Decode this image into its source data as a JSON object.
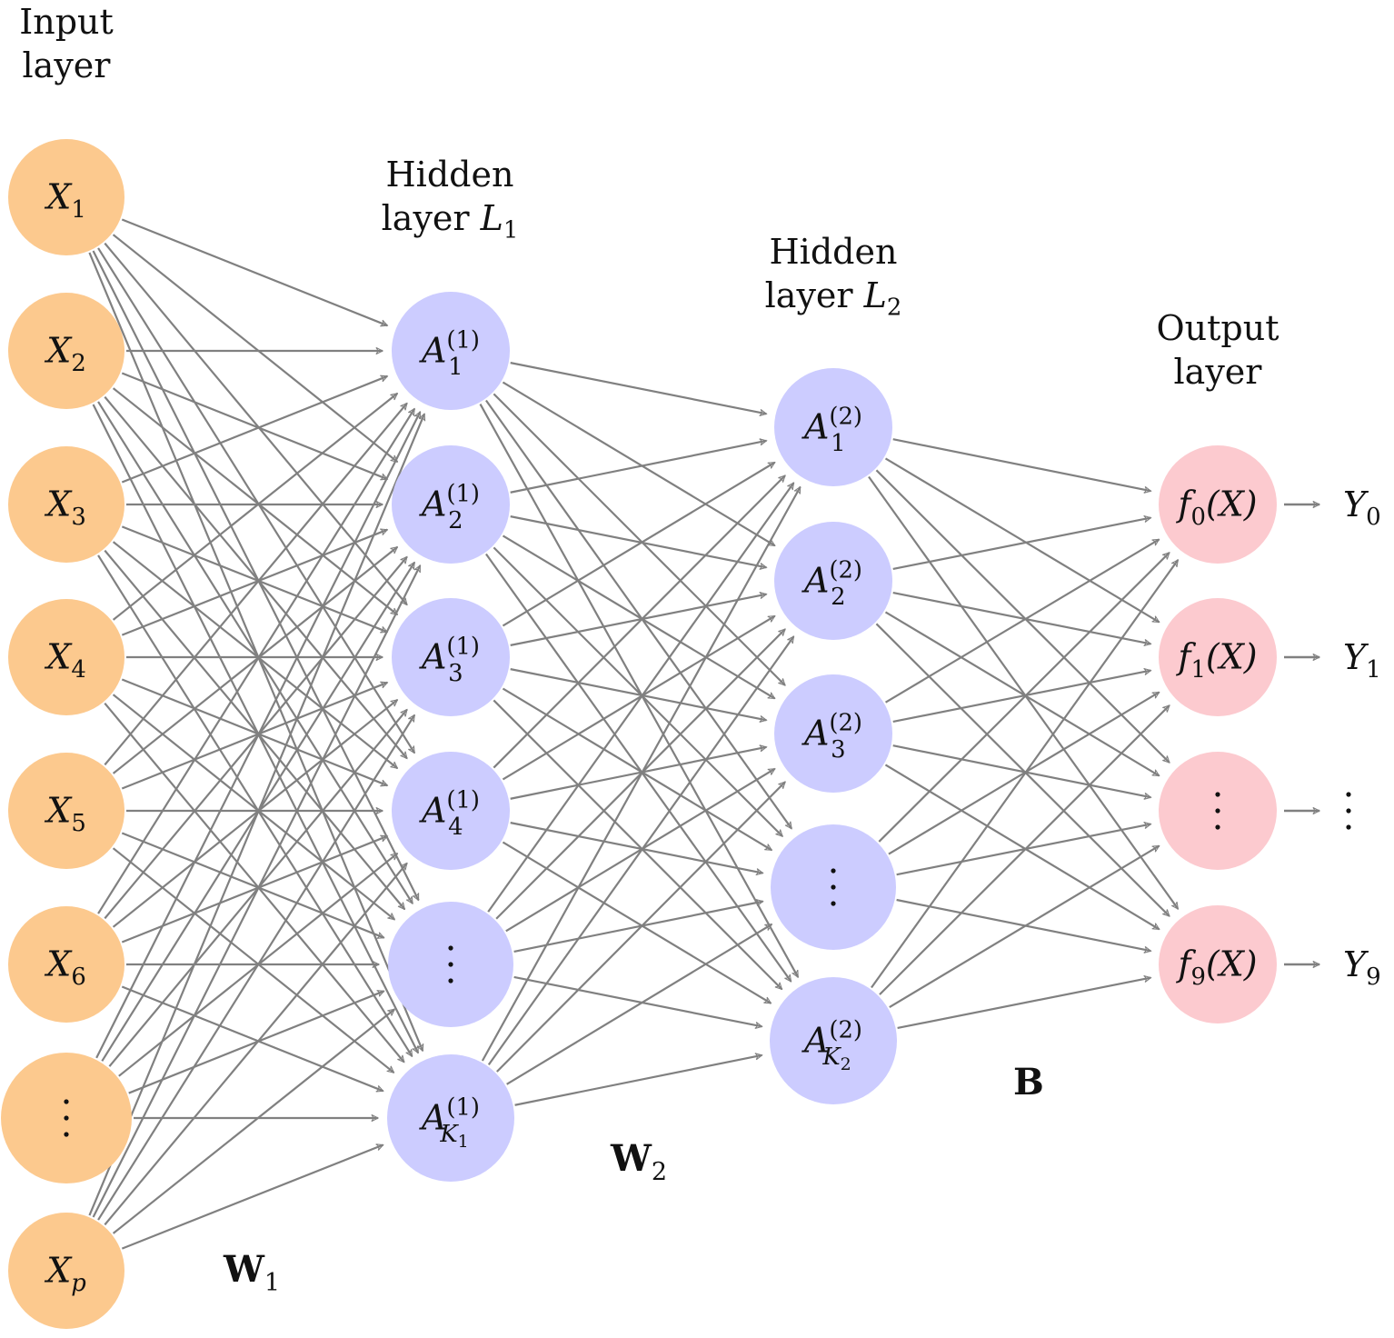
{
  "titles": {
    "input": {
      "line1": "Input",
      "line2": "layer"
    },
    "hidden1": {
      "line1": "Hidden",
      "line2": "layer",
      "var": "L",
      "sub": "1"
    },
    "hidden2": {
      "line1": "Hidden",
      "line2": "layer",
      "var": "L",
      "sub": "2"
    },
    "output": {
      "line1": "Output",
      "line2": "layer"
    }
  },
  "weights": {
    "w1": {
      "symbol": "W",
      "sub": "1"
    },
    "w2": {
      "symbol": "W",
      "sub": "2"
    },
    "b": {
      "symbol": "B"
    }
  },
  "colors": {
    "input_node": "#FCC98E",
    "hidden_node": "#CCCCFF",
    "output_node": "#FCCACF",
    "edge": "#808080",
    "text": "#111111"
  },
  "input_nodes": [
    {
      "base": "X",
      "sub": "1"
    },
    {
      "base": "X",
      "sub": "2"
    },
    {
      "base": "X",
      "sub": "3"
    },
    {
      "base": "X",
      "sub": "4"
    },
    {
      "base": "X",
      "sub": "5"
    },
    {
      "base": "X",
      "sub": "6"
    },
    {
      "dots": true
    },
    {
      "base": "X",
      "sub": "p"
    }
  ],
  "hidden1_nodes": [
    {
      "base": "A",
      "sup": "(1)",
      "sub": "1"
    },
    {
      "base": "A",
      "sup": "(1)",
      "sub": "2"
    },
    {
      "base": "A",
      "sup": "(1)",
      "sub": "3"
    },
    {
      "base": "A",
      "sup": "(1)",
      "sub": "4"
    },
    {
      "dots": true
    },
    {
      "base": "A",
      "sup": "(1)",
      "sub": "K",
      "subsub": "1"
    }
  ],
  "hidden2_nodes": [
    {
      "base": "A",
      "sup": "(2)",
      "sub": "1"
    },
    {
      "base": "A",
      "sup": "(2)",
      "sub": "2"
    },
    {
      "base": "A",
      "sup": "(2)",
      "sub": "3"
    },
    {
      "dots": true
    },
    {
      "base": "A",
      "sup": "(2)",
      "sub": "K",
      "subsub": "2"
    }
  ],
  "output_nodes": [
    {
      "base": "f",
      "sub": "0",
      "arg": "(X)",
      "y": "Y",
      "ysub": "0"
    },
    {
      "base": "f",
      "sub": "1",
      "arg": "(X)",
      "y": "Y",
      "ysub": "1"
    },
    {
      "dots": true
    },
    {
      "base": "f",
      "sub": "9",
      "arg": "(X)",
      "y": "Y",
      "ysub": "9"
    }
  ]
}
